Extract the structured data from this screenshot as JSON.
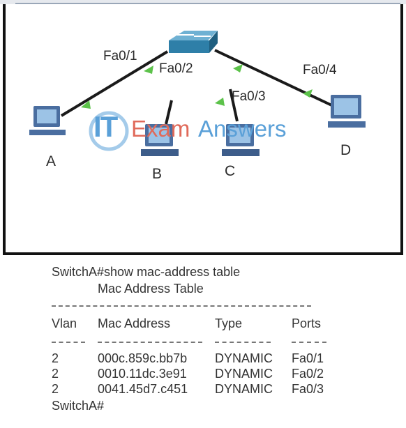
{
  "topology": {
    "ports": {
      "fa01": "Fa0/1",
      "fa02": "Fa0/2",
      "fa03": "Fa0/3",
      "fa04": "Fa0/4"
    },
    "hosts": {
      "a": "A",
      "b": "B",
      "c": "C",
      "d": "D"
    },
    "watermark": {
      "it": "IT",
      "exam": "Exam",
      "answers": "Answers"
    },
    "colors": {
      "link": "#1a1a1a",
      "link_marker": "#5cc24a",
      "switch": "#2e7fa8",
      "pc": "#4a6ea0"
    }
  },
  "cli": {
    "command": "SwitchA#show mac-address table",
    "table_title": "Mac Address Table",
    "headers": [
      "Vlan",
      "Mac Address",
      "Type",
      "Ports"
    ],
    "rows": [
      [
        "2",
        "000c.859c.bb7b",
        "DYNAMIC",
        "Fa0/1"
      ],
      [
        "2",
        "0010.11dc.3e91",
        "DYNAMIC",
        "Fa0/2"
      ],
      [
        "2",
        "0041.45d7.c451",
        "DYNAMIC",
        "Fa0/3"
      ]
    ],
    "prompt": "SwitchA#"
  }
}
